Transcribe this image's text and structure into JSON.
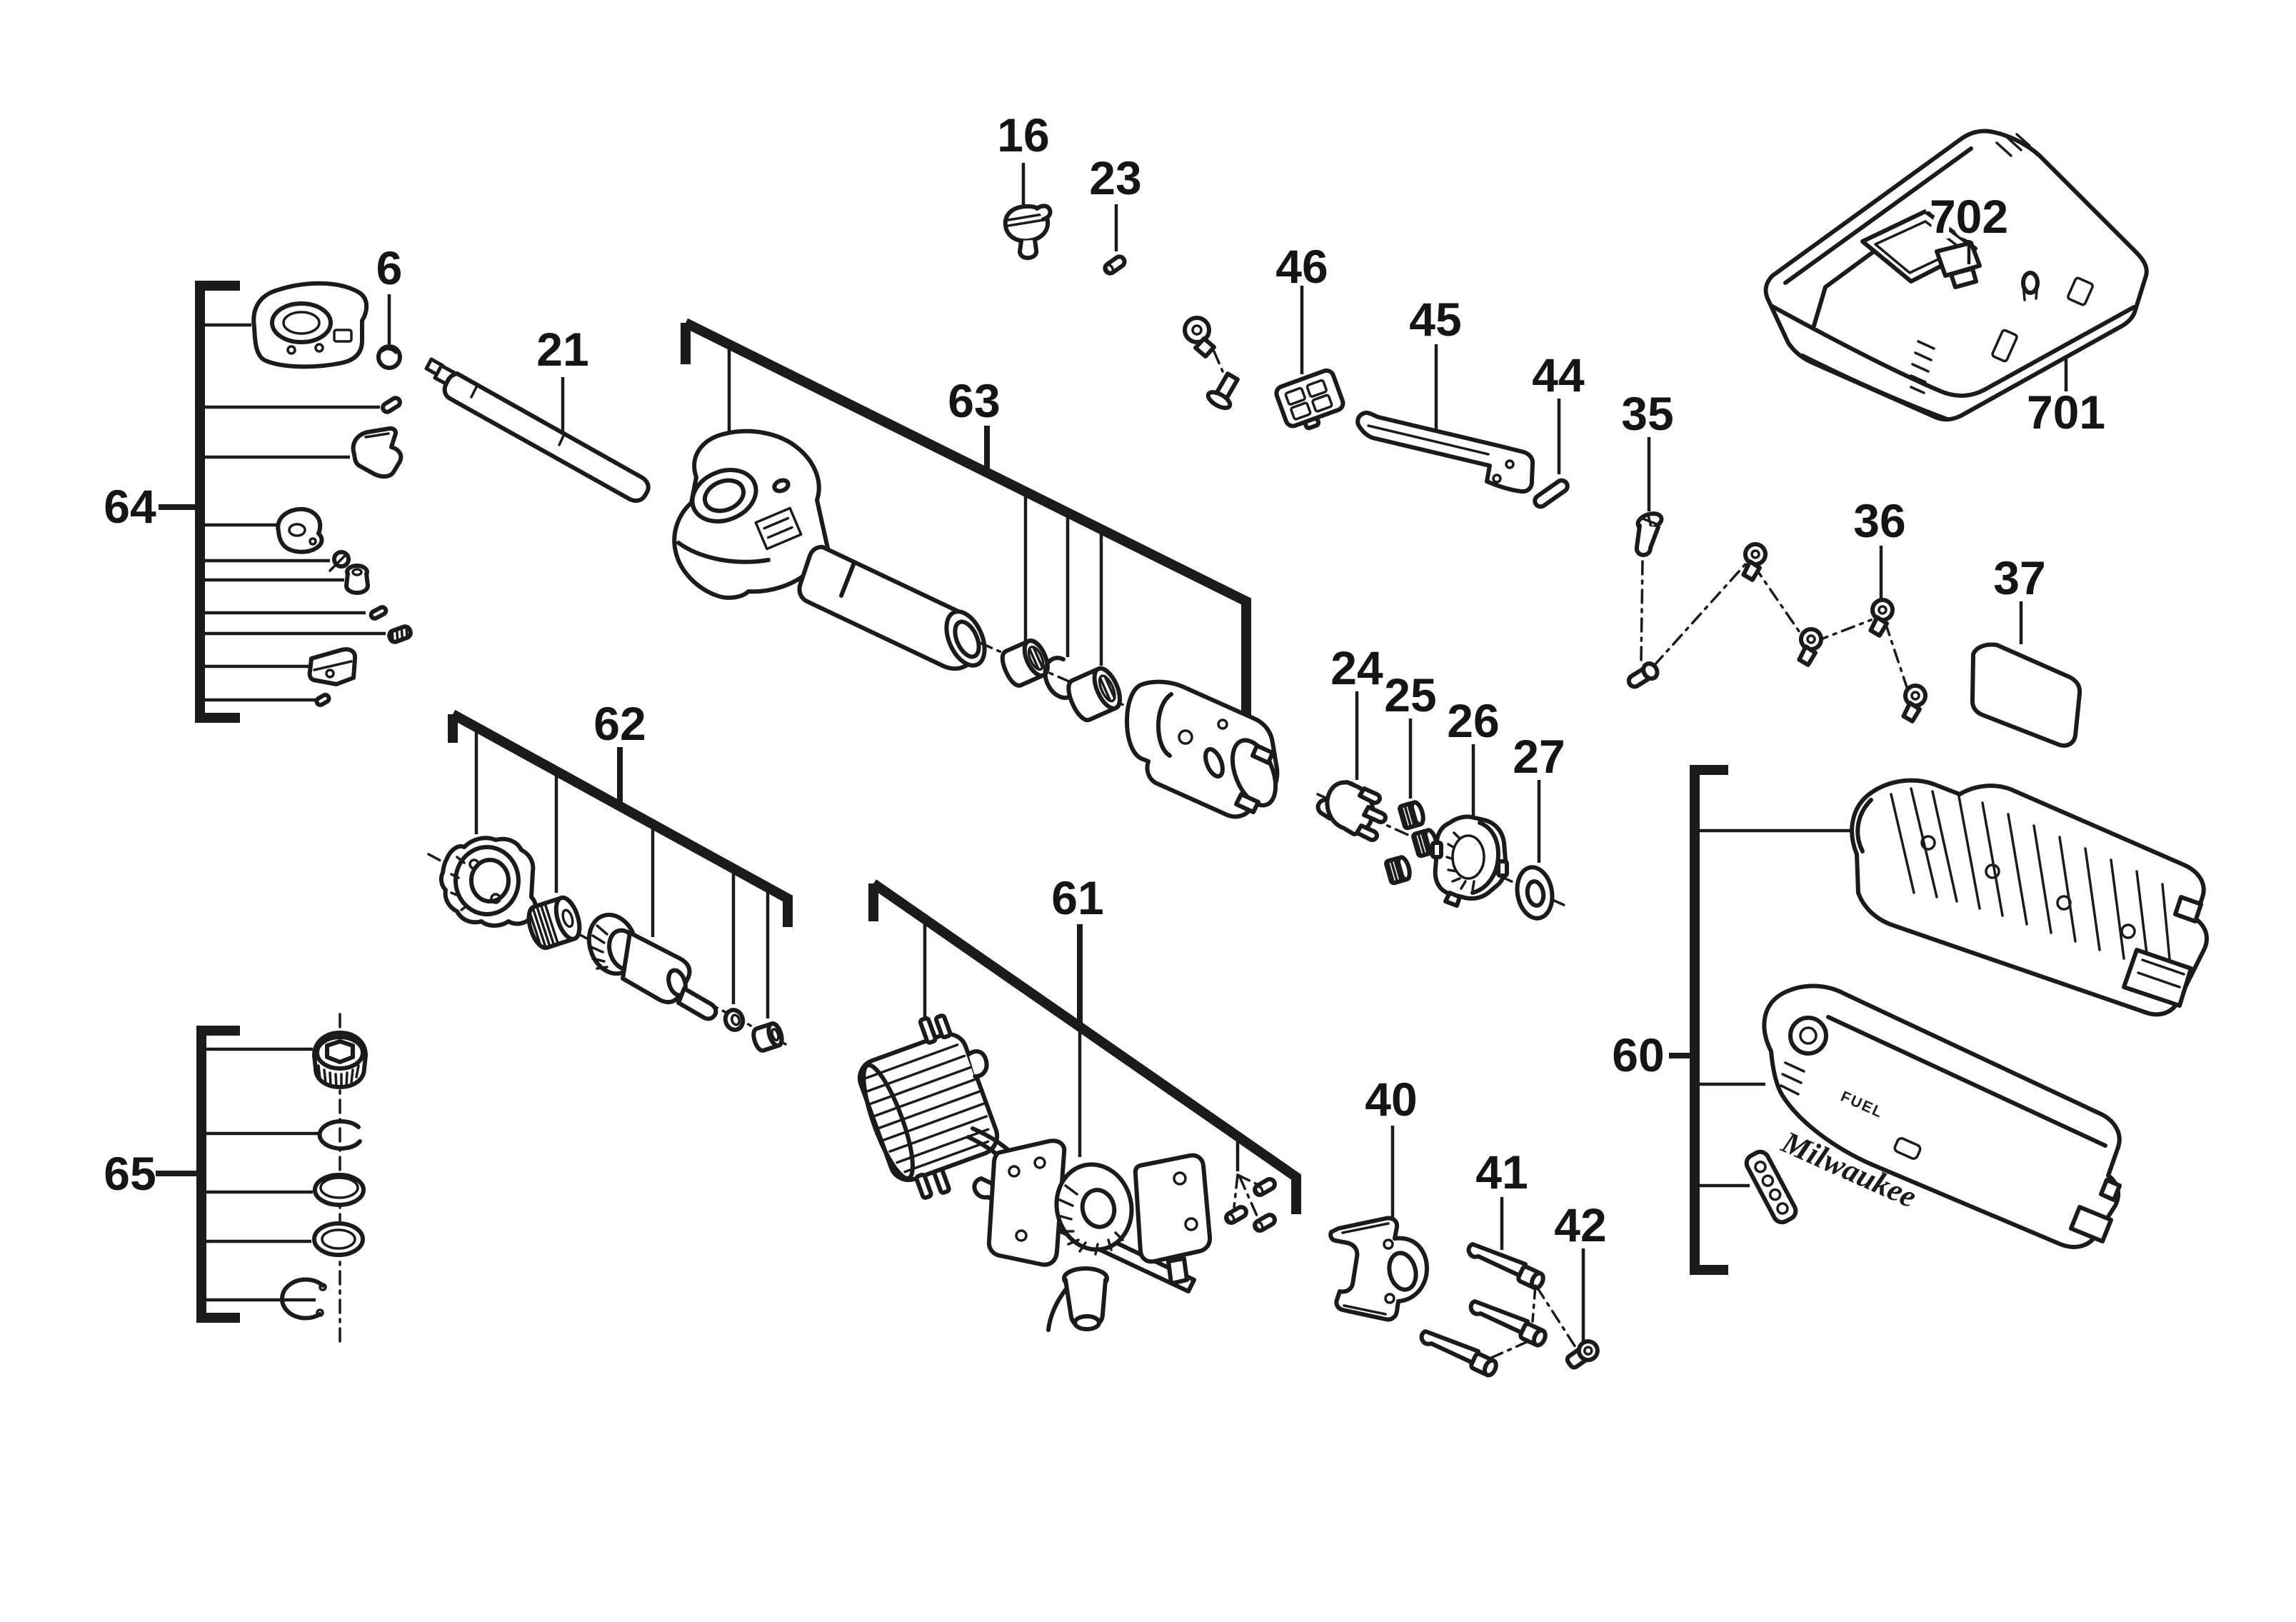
{
  "diagram": {
    "type": "exploded-parts-diagram",
    "line_color": "#1b1b1b",
    "background": "#ffffff",
    "callouts": {
      "c6": "6",
      "c16": "16",
      "c21": "21",
      "c23": "23",
      "c24": "24",
      "c25": "25",
      "c26": "26",
      "c27": "27",
      "c35": "35",
      "c36": "36",
      "c37": "37",
      "c40": "40",
      "c41": "41",
      "c42": "42",
      "c44": "44",
      "c45": "45",
      "c46": "46",
      "c60": "60",
      "c61": "61",
      "c62": "62",
      "c63": "63",
      "c64": "64",
      "c65": "65",
      "c701": "701",
      "c702": "702"
    },
    "markings": {
      "logo": "Milwaukee",
      "model_line": "FUEL"
    }
  }
}
